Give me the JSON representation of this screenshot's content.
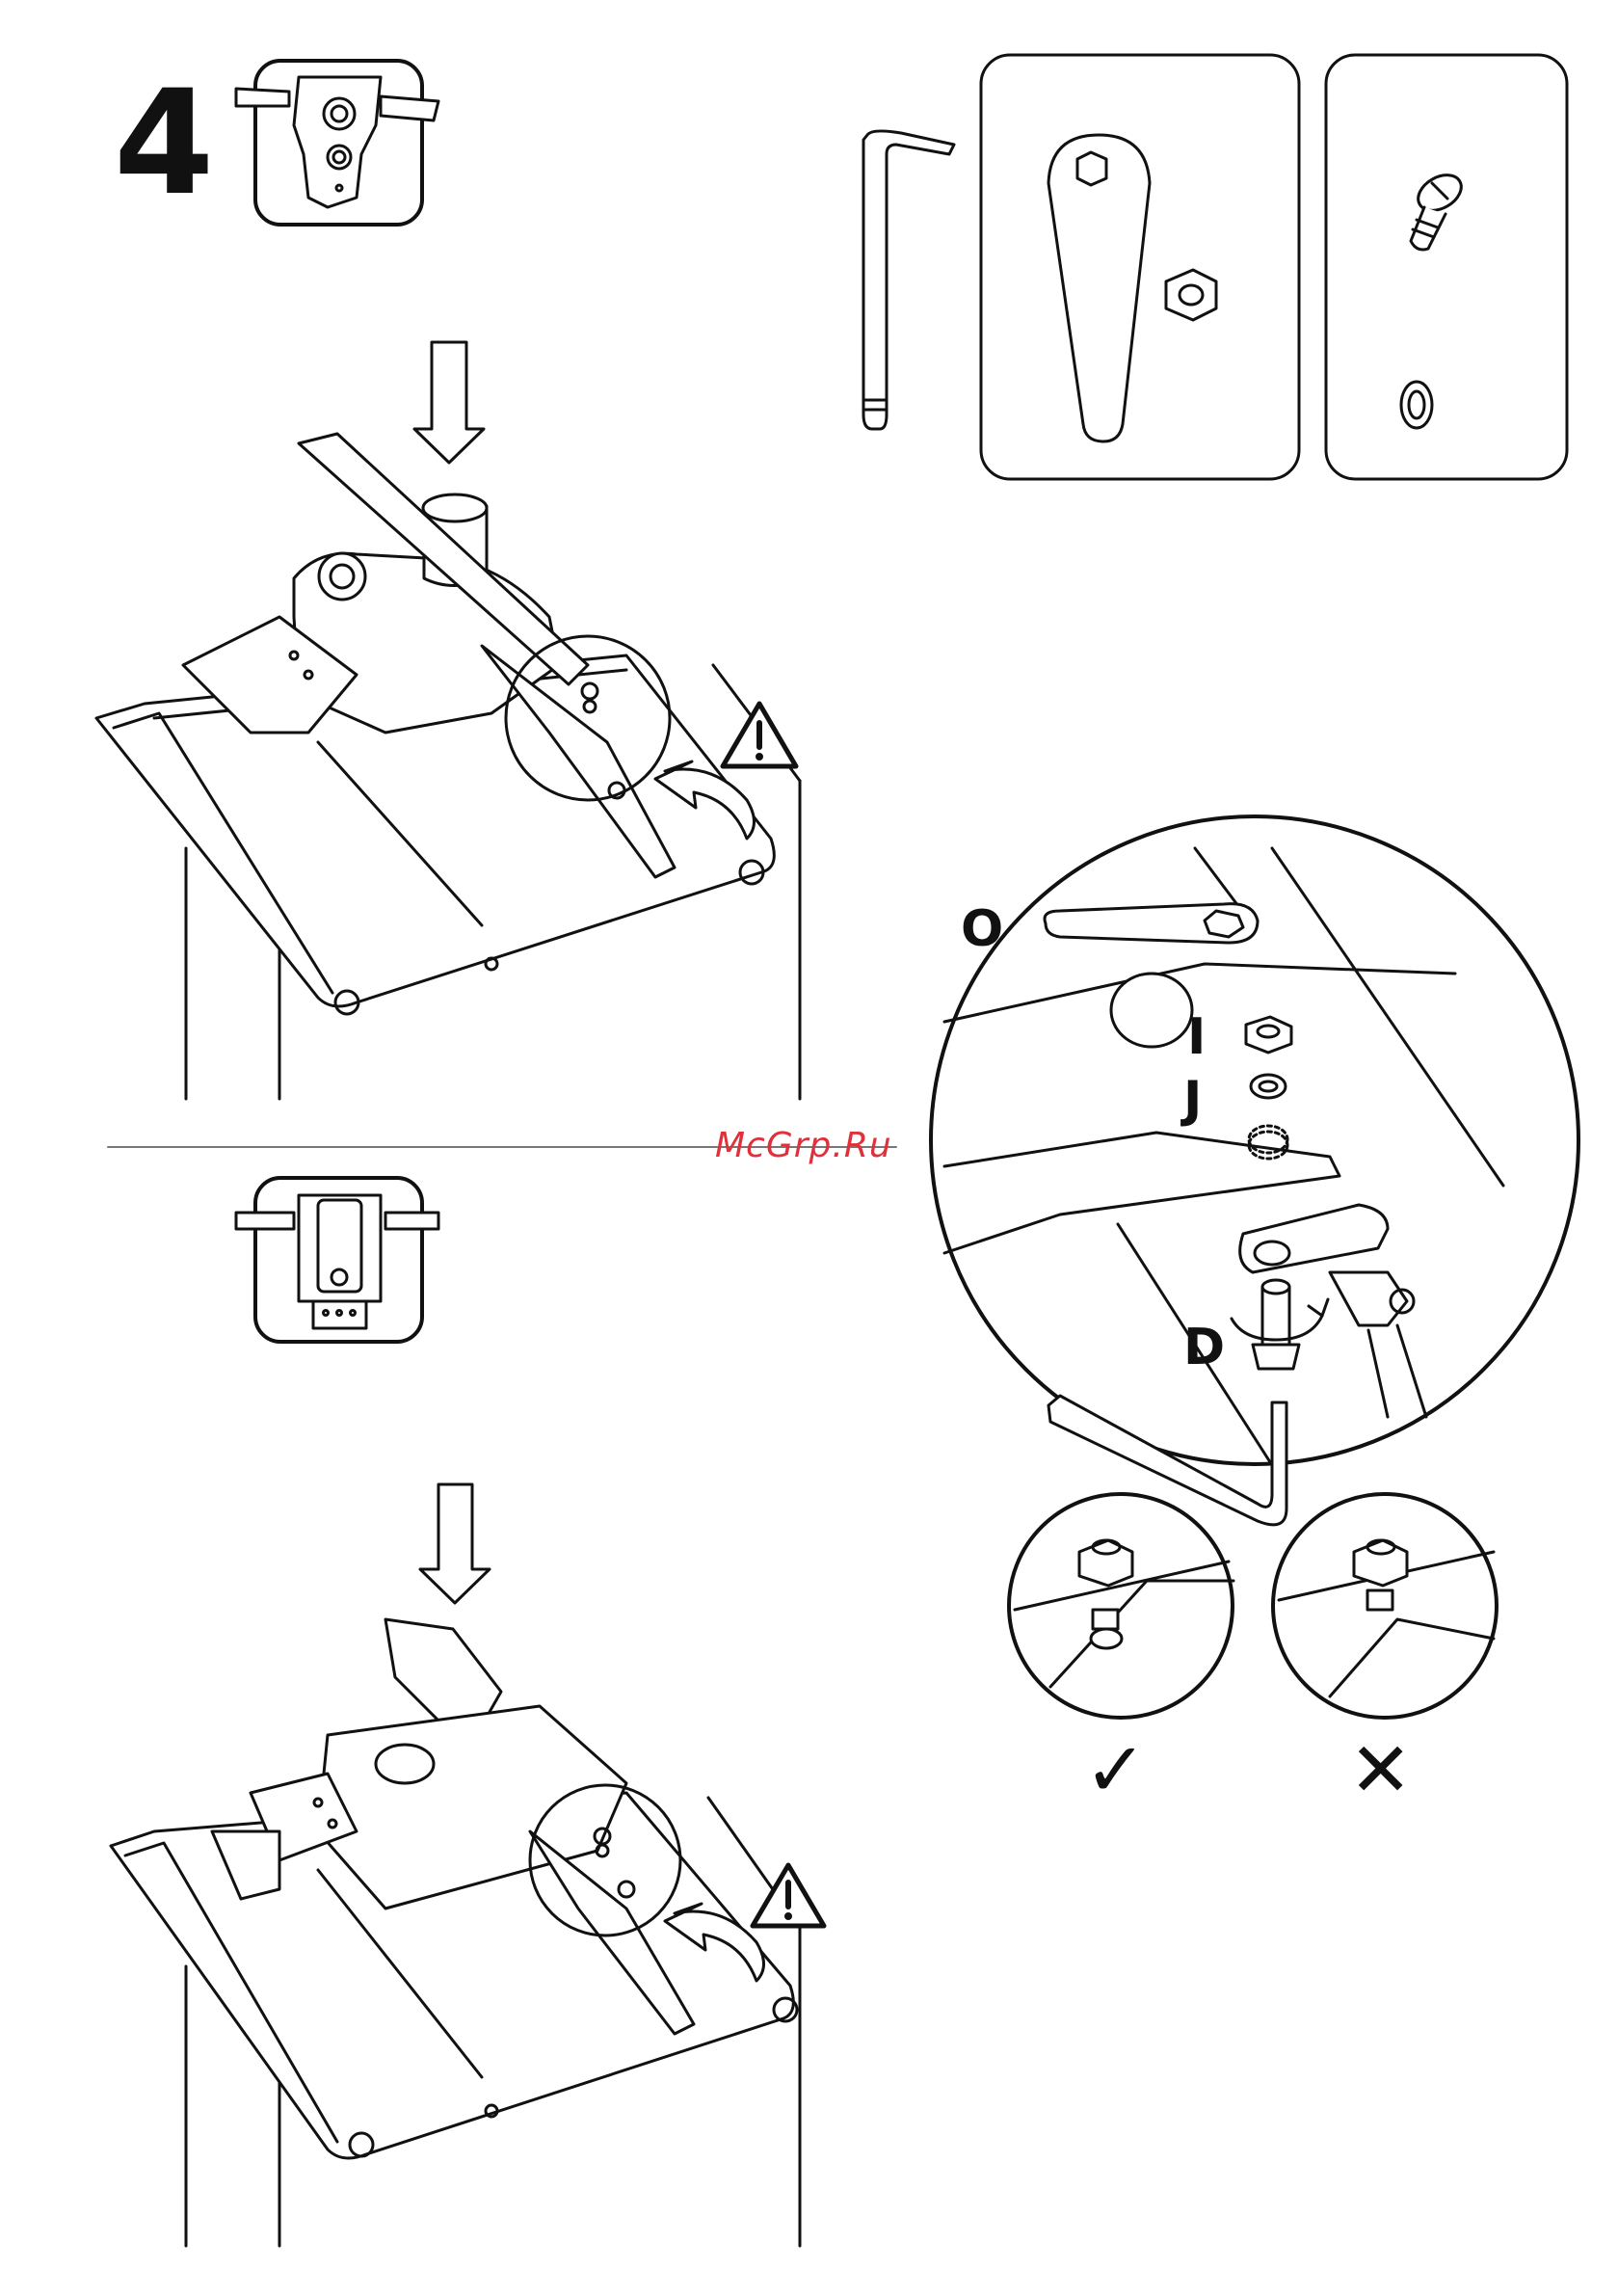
{
  "step": {
    "number": "4"
  },
  "parts": {
    "label_o": "O",
    "label_i": "I",
    "label_j": "J",
    "label_d": "D"
  },
  "watermark": "McGrp.Ru",
  "result_marks": {
    "correct": "✓",
    "incorrect": "✕"
  },
  "colors": {
    "line": "#111111",
    "divider": "#777777",
    "watermark": "#e0303a"
  },
  "icons": [
    "allen-key-icon",
    "wrench-icon",
    "hex-nut-icon",
    "screw-icon",
    "spring-washer-icon",
    "warning-icon",
    "down-arrow-icon",
    "rotate-arrow-icon",
    "chair-mechanism-icon"
  ]
}
